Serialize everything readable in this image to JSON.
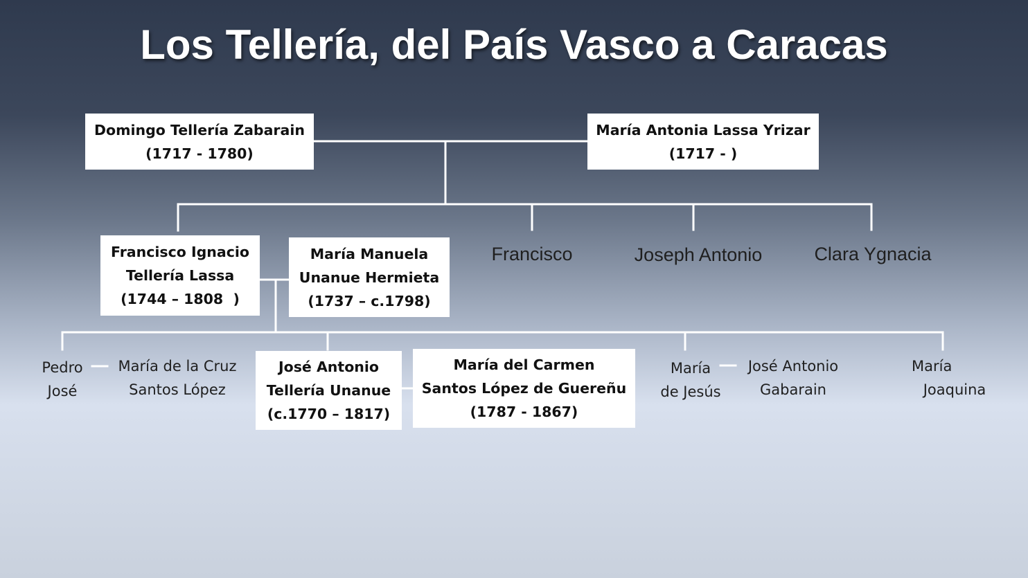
{
  "title": "Los Tellería, del País Vasco a Caracas",
  "generation1": {
    "domingo": {
      "name": "Domingo Tellería Zabarain",
      "dates": "(1717 - 1780)"
    },
    "maria_antonia": {
      "name": "María Antonia Lassa Yrizar",
      "dates": "(1717 - )"
    }
  },
  "generation2": {
    "francisco_ignacio": {
      "line1": "Francisco Ignacio",
      "line2": "Tellería Lassa",
      "dates": "(1744 – 1808  )"
    },
    "maria_manuela": {
      "line1": "María Manuela",
      "line2": "Unanue Hermieta",
      "dates": "(1737 – c.1798)"
    },
    "siblings": [
      "Francisco",
      "Joseph Antonio",
      "Clara Ygnacia"
    ]
  },
  "generation3": {
    "pedro_jose": {
      "line1": "Pedro",
      "line2": "José"
    },
    "maria_cruz": {
      "line1": "María de la Cruz",
      "line2": "Santos López"
    },
    "jose_antonio": {
      "line1": "José Antonio",
      "line2": "Tellería Unanue",
      "dates": "(c.1770 – 1817)"
    },
    "maria_carmen": {
      "line1": "María del Carmen",
      "line2": "Santos López de Guereñu",
      "dates": "(1787 - 1867)"
    },
    "maria_jesus": {
      "line1": "María",
      "line2": "de Jesús"
    },
    "jose_antonio_gabarain": {
      "line1": "José Antonio",
      "line2": "Gabarain"
    },
    "maria_joaquina": {
      "line1": "María",
      "line2": "Joaquina"
    }
  },
  "colors": {
    "box_bg": "#ffffff",
    "line": "#ffffff",
    "title": "#ffffff"
  }
}
